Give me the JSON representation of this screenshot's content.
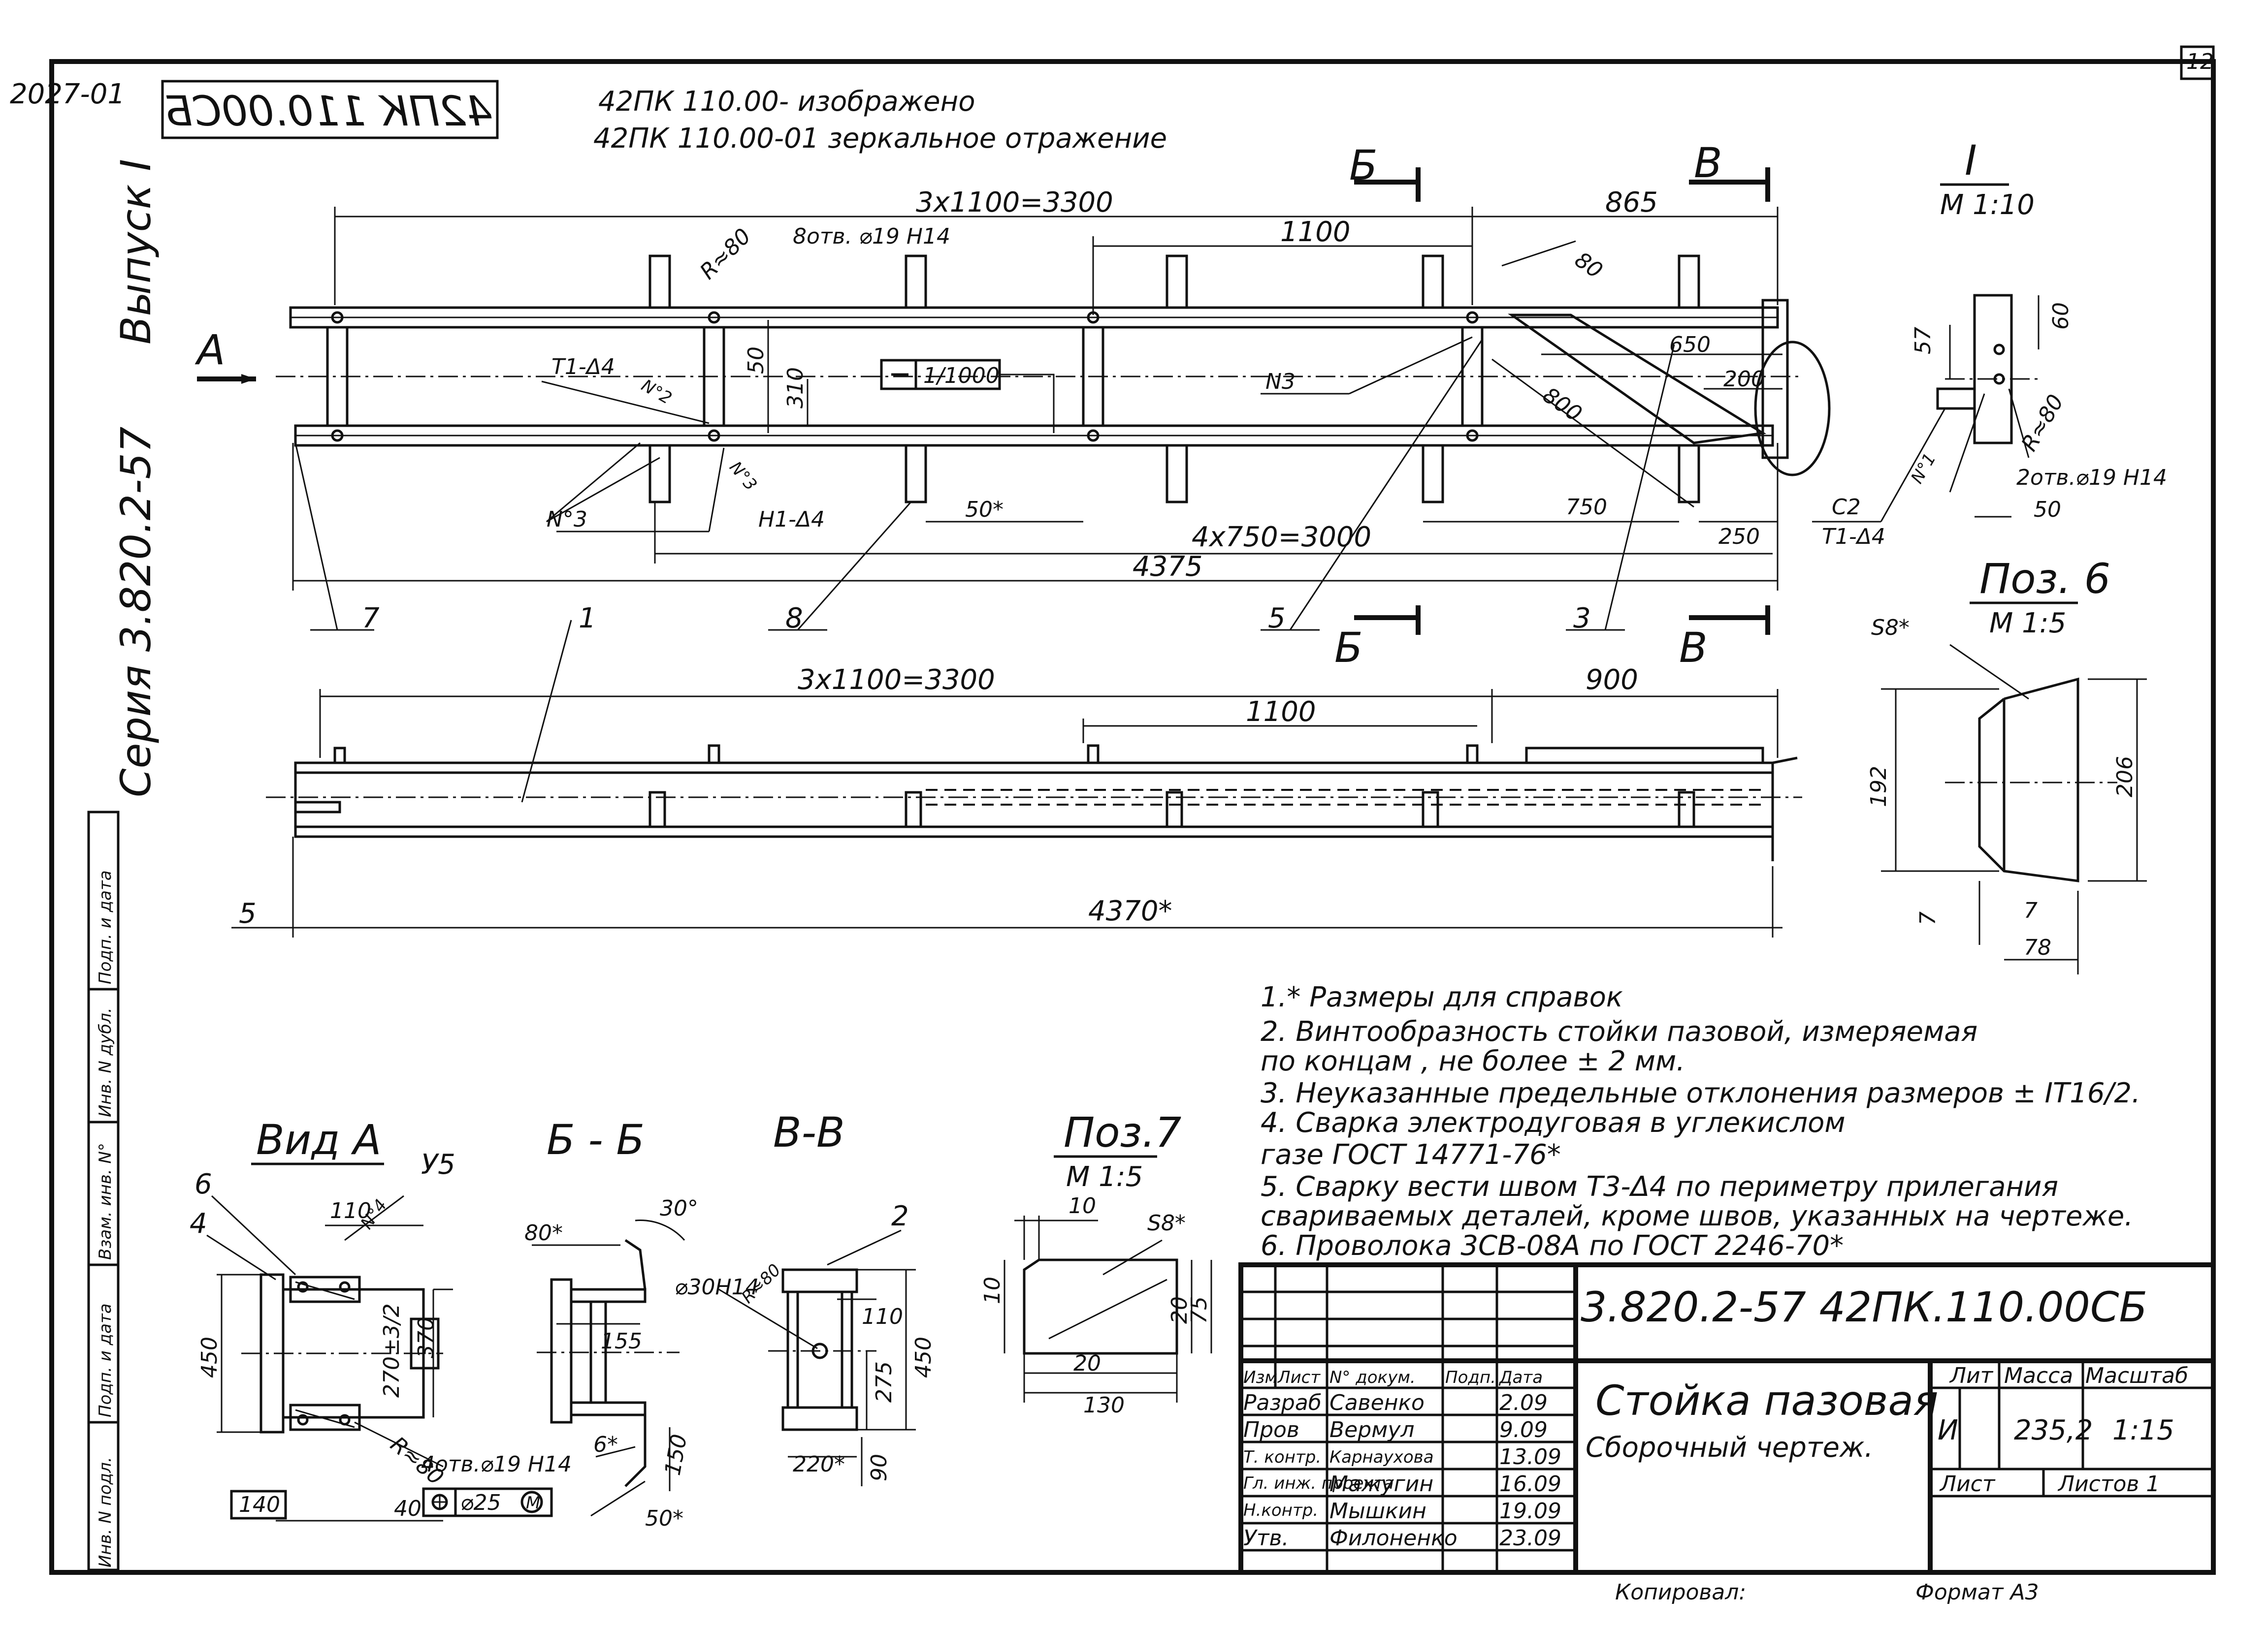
{
  "header": {
    "sheet_number": "12",
    "album_code": "2027-01",
    "mirrored_stamp": "42ПК 110.00СБ",
    "note_line_1": "42ПК 110.00- изображено",
    "note_line_2": "42ПК 110.00-01 зеркальное отражение"
  },
  "side": {
    "issue": "Выпуск I",
    "series": "Серия 3.820.2-57",
    "box_labels": [
      "Подп. и дата",
      "Взам. инв. N°",
      "Инв. N дубл.",
      "Подп. и дата",
      "Инв. N подл."
    ]
  },
  "dimensions": {
    "d_3x1100_top": "3х1100=3300",
    "d_865": "865",
    "d_1100_top": "1100",
    "d_8otv": "8отв. ⌀19 H14",
    "d_r80": "R≈80",
    "d_80": "80",
    "d_50": "50",
    "d_310": "310",
    "d_1_1000": "1/1000",
    "d_650": "650",
    "d_200": "200",
    "d_800": "800",
    "d_750": "750",
    "d_250": "250",
    "d_50star": "50*",
    "d_4x750": "4х750=3000",
    "d_4375": "4375",
    "d_3x1100_bot": "3х1100=3300",
    "d_900": "900",
    "d_1100_bot": "1100",
    "d_5": "5",
    "d_4370": "4370*"
  },
  "welds": {
    "t1": "Т1-Δ4",
    "n2": "N°2",
    "n3a": "N°3",
    "n3b": "N3",
    "n3c": "N°3",
    "h1": "Н1-Δ4"
  },
  "callouts": {
    "c7": "7",
    "c1": "1",
    "c8": "8",
    "c5": "5",
    "c3": "3",
    "sec_b_top": "Б",
    "sec_v_top": "В",
    "sec_b_bot": "Б",
    "sec_v_bot": "В",
    "view_a": "А"
  },
  "detail_I": {
    "title": "I",
    "scale": "М 1:10",
    "d60": "60",
    "d57": "57",
    "r80": "R≈80",
    "otv": "2отв.⌀19 H14",
    "d50": "50",
    "weld_top": "С2",
    "weld_bot": "Т1-Δ4",
    "n1": "N°1"
  },
  "pos6": {
    "title": "Поз. 6",
    "scale": "М 1:5",
    "s8": "S8*",
    "d192": "192",
    "d206": "206",
    "d7a": "7",
    "d7b": "7",
    "d78": "78"
  },
  "notes": [
    "1.* Размеры для справок",
    "2. Винтообразность стойки пазовой, измеряемая",
    "   по концам , не более ± 2 мм.",
    "3. Неуказанные предельные отклонения размеров ± IT16/2.",
    "4. Сварка электродуговая в углекислом",
    "   газе ГОСТ 14771-76*",
    "5. Сварку вести швом Т3-Δ4 по периметру прилегания",
    "   свариваемых деталей, кроме швов, указанных на чертеже.",
    "6. Проволока 3СВ-08А по ГОСТ 2246-70*"
  ],
  "view_a": {
    "title": "Вид А",
    "u5": "У5",
    "l6": "6",
    "l4": "4",
    "d110": "110",
    "n4": "N°4",
    "d450": "450",
    "d270": "270±3/2",
    "d370": "370",
    "r80": "R≈80",
    "otv": "4отв.⌀19 H14",
    "tol": "⌀25",
    "tol_m": "M",
    "d140": "140",
    "d40": "40"
  },
  "section_bb": {
    "title": "Б - Б",
    "d80": "80*",
    "d30": "30°",
    "d155": "155",
    "d6": "6*",
    "d150": "150",
    "d50": "50*"
  },
  "section_vv": {
    "title": "В-В",
    "l2": "2",
    "hole": "⌀30Н14",
    "r80": "R≈80",
    "d110": "110",
    "d450": "450",
    "d275": "275",
    "d220": "220*",
    "d90": "90"
  },
  "pos7": {
    "title": "Поз.7",
    "scale": "М 1:5",
    "d10a": "10",
    "s8": "S8*",
    "d10b": "10",
    "d20a": "20",
    "d75": "75",
    "d20b": "20",
    "d130": "130"
  },
  "title_block": {
    "doc_code": "3.820.2-57  42ПК.110.00СБ",
    "hdr_izm": "Изм",
    "hdr_list": "Лист",
    "hdr_ndok": "N° докум.",
    "hdr_podp": "Подп.",
    "hdr_data": "Дата",
    "rows": [
      {
        "role": "Разраб",
        "name": "Савенко",
        "date": "2.09"
      },
      {
        "role": "Пров",
        "name": "Вермул",
        "date": "9.09"
      },
      {
        "role": "Т. контр.",
        "name": "Карнаухова",
        "date": "13.09"
      },
      {
        "role": "Гл. инж. проекта",
        "name": "Мажугин",
        "date": "16.09"
      },
      {
        "role": "Н.контр.",
        "name": "Мышкин",
        "date": "19.09"
      },
      {
        "role": "Утв.",
        "name": "Филоненко",
        "date": "23.09"
      }
    ],
    "product_name": "Стойка пазовая",
    "drawing_type": "Сборочный чертеж.",
    "hdr_lit": "Лит",
    "hdr_massa": "Масса",
    "hdr_masshtab": "Масштаб",
    "lit": "И",
    "massa": "235,2",
    "masshtab": "1:15",
    "hdr_sheet": "Лист",
    "hdr_sheets": "Листов 1",
    "copied": "Копировал:",
    "format": "Формат А3"
  }
}
